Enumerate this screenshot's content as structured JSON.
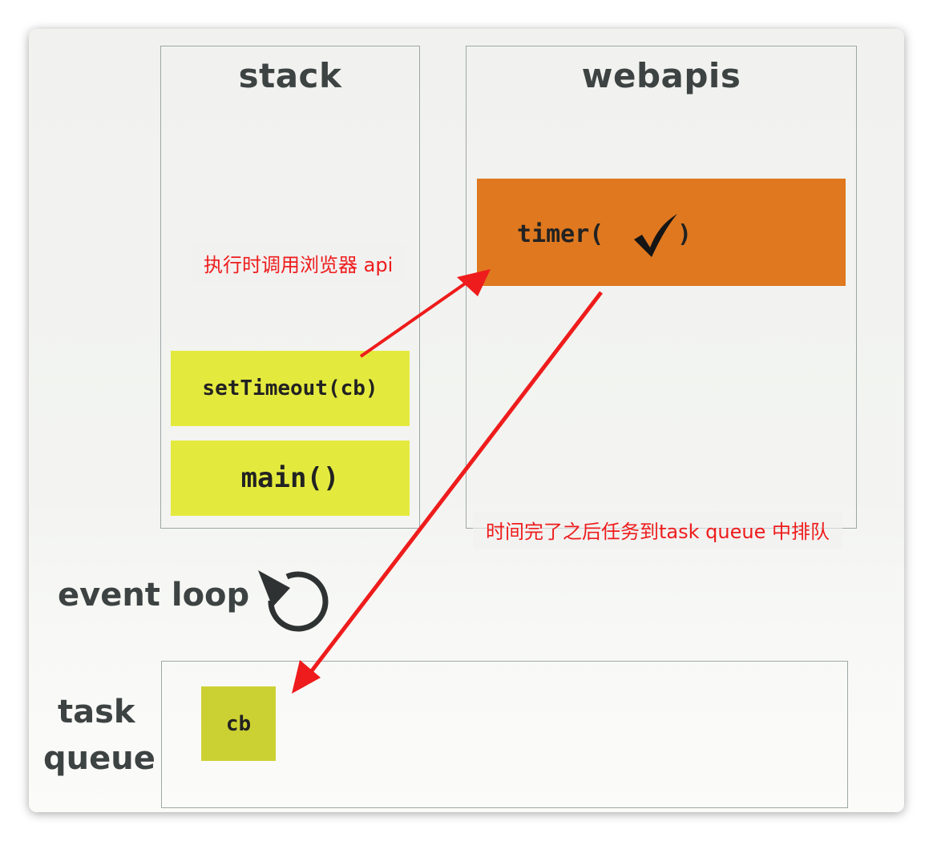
{
  "diagram": {
    "stack": {
      "title": "stack",
      "frames": [
        "setTimeout(cb)",
        "main()"
      ]
    },
    "webapis": {
      "title": "webapis",
      "timer_label": "timer(",
      "timer_close": ")",
      "check_icon": "checkmark-icon"
    },
    "event_loop": {
      "label": "event loop",
      "icon": "loop-arrow-icon"
    },
    "task_queue": {
      "label_line1": "task",
      "label_line2": "queue",
      "items": [
        "cb"
      ]
    },
    "annotations": {
      "call_api": "执行时调用浏览器 api",
      "to_queue": "时间完了之后任务到task queue 中排队"
    },
    "colors": {
      "stack_frame": "#e4ea3d",
      "timer": "#df781f",
      "queue_item": "#ccd133",
      "arrow": "#ee1c1c"
    }
  }
}
